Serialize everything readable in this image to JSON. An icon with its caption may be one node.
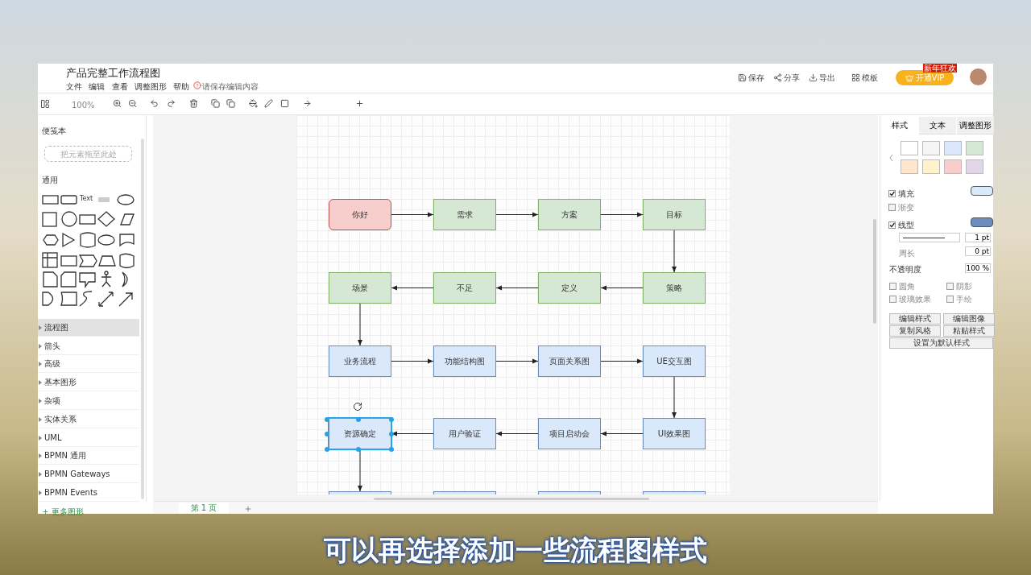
{
  "diagram": {
    "title": "产品完整工作流程图",
    "caption": "可以再选择添加一些流程图样式",
    "nodes": [
      {
        "text": [
          "你好"
        ]
      },
      {
        "text": [
          "需求"
        ]
      },
      {
        "text": [
          "方案"
        ]
      },
      {
        "text": [
          "目标"
        ]
      },
      {
        "text": [
          "策略"
        ]
      },
      {
        "text": [
          "定义"
        ]
      },
      {
        "text": [
          "不足"
        ]
      },
      {
        "text": [
          "场景"
        ]
      },
      {
        "text": [
          "业务流程"
        ]
      },
      {
        "text": [
          "功能结构图"
        ]
      },
      {
        "text": [
          "页面关系图"
        ]
      },
      {
        "text": [
          "UE交互图"
        ]
      },
      {
        "text": [
          "UI效果图"
        ]
      },
      {
        "text": [
          "项目启动会"
        ]
      },
      {
        "text": [
          "用户验证"
        ]
      },
      {
        "text": [
          "资源确定"
        ]
      },
      {
        "text": [],
        "shape": "box"
      },
      {
        "text": [],
        "shape": "box"
      },
      {
        "text": [],
        "shape": "box"
      },
      {
        "text": [],
        "shape": "box"
      }
    ],
    "edges": [
      {
        "from": 0,
        "to": 1,
        "arrow": "to"
      },
      {
        "from": 1,
        "to": 2,
        "arrow": "to"
      },
      {
        "from": 2,
        "to": 3,
        "arrow": "to"
      },
      {
        "from": 3,
        "to": 4,
        "arrow": "to"
      },
      {
        "from": 4,
        "to": 5,
        "arrow": "to"
      },
      {
        "from": 5,
        "to": 6,
        "arrow": "to"
      },
      {
        "from": 6,
        "to": 7,
        "arrow": "to"
      },
      {
        "from": 7,
        "to": 8,
        "arrow": "to"
      },
      {
        "from": 8,
        "to": 9,
        "arrow": "to"
      },
      {
        "from": 9,
        "to": 10,
        "arrow": "to"
      },
      {
        "from": 10,
        "to": 11,
        "arrow": "to"
      },
      {
        "from": 11,
        "to": 12,
        "arrow": "to"
      },
      {
        "from": 12,
        "to": 13,
        "arrow": "to"
      },
      {
        "from": 13,
        "to": 14,
        "arrow": "to"
      },
      {
        "from": 14,
        "to": 15,
        "arrow": "to"
      },
      {
        "from": 15,
        "to": 16,
        "arrow": "to"
      }
    ],
    "labels": [
      "文件",
      "编辑",
      "查看",
      "调整图形",
      "帮助",
      "请保存编辑内容",
      "保存",
      "分享",
      "导出",
      "模板",
      "新年狂欢",
      "开通VIP",
      "100%",
      "便笺本",
      "把元素拖至此处",
      "通用",
      "Text",
      "流程图",
      "箭头",
      "高级",
      "基本图形",
      "杂项",
      "实体关系",
      "UML",
      "BPMN 通用",
      "BPMN Gateways",
      "BPMN Events",
      "更多图形",
      "第 1 页",
      "样式",
      "文本",
      "调整图形",
      "填充",
      "渐变",
      "线型",
      "1 pt",
      "周长",
      "0 pt",
      "不透明度",
      "100 %",
      "圆角",
      "阴影",
      "玻璃效果",
      "手绘",
      "编辑样式",
      "编辑图像",
      "复制风格",
      "粘贴样式",
      "设置为默认样式"
    ]
  }
}
